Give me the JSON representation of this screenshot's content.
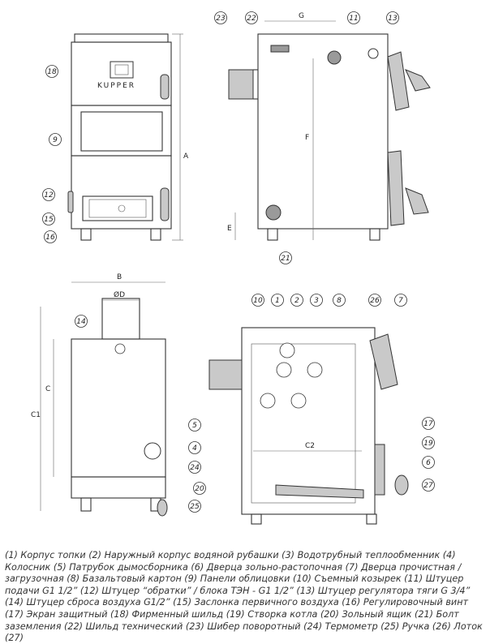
{
  "callouts": {
    "c1": "1",
    "c2": "2",
    "c3": "3",
    "c4": "4",
    "c5": "5",
    "c6": "6",
    "c7": "7",
    "c8": "8",
    "c9": "9",
    "c10": "10",
    "c11": "11",
    "c12": "12",
    "c13": "13",
    "c14": "14",
    "c15": "15",
    "c16": "16",
    "c17": "17",
    "c18": "18",
    "c19": "19",
    "c20": "20",
    "c21": "21",
    "c22": "22",
    "c23": "23",
    "c24": "24",
    "c25": "25",
    "c26": "26",
    "c27": "27"
  },
  "dimensions": {
    "a": "A",
    "b": "B",
    "c": "C",
    "c1": "C1",
    "c2": "C2",
    "d": "ØD",
    "e": "E",
    "f": "F",
    "g": "G"
  },
  "brand": "KUPPER",
  "legend": "(1) Корпус топки (2) Наружный корпус водяной рубашки (3) Водотрубный теплообменник (4) Колосник (5) Патрубок дымосборника (6) Дверца зольно-растопочная (7) Дверца прочистная / загрузочная (8) Базальтовый картон (9) Панели облицовки (10) Съемный козырек (11) Штуцер подачи G1 1/2” (12) Штуцер “обратки” / блока ТЭН - G1 1/2” (13) Штуцер регулятора тяги G 3/4” (14) Штуцер сброса воздуха G1/2” (15) Заслонка первичного воздуха (16) Регулировочный винт (17) Экран защитный (18) Фирменный шильд (19) Створка котла (20) Зольный ящик (21) Болт заземления (22) Шильд техничес­кий (23) Шибер поворотный (24) Термометр (25) Ручка (26) Лоток (27)"
}
